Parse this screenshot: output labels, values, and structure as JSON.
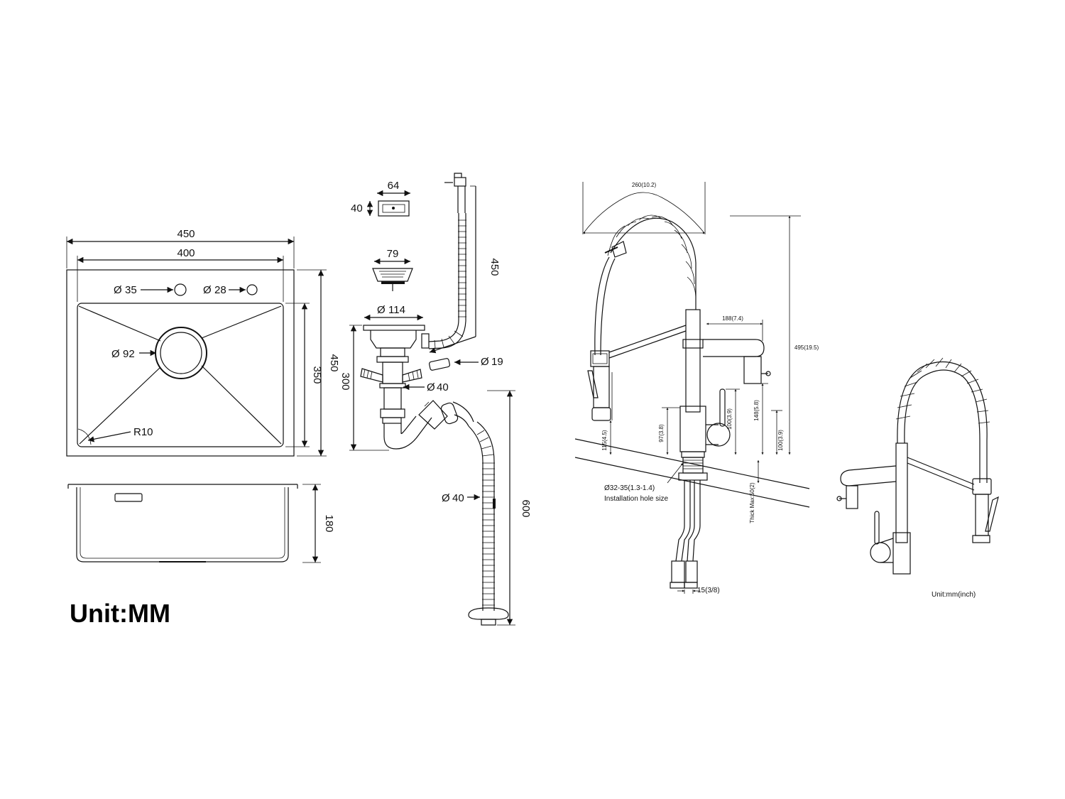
{
  "sink": {
    "outer_width": "450",
    "inner_width": "400",
    "outer_height": "450",
    "inner_height": "350",
    "hole_1": "35",
    "hole_2": "28",
    "drain": "92",
    "corner_radius": "R10",
    "depth": "180"
  },
  "drain": {
    "overflow_width": "64",
    "overflow_height": "40",
    "strainer": "79",
    "basket": "114",
    "overflow_hose": "450",
    "height": "300",
    "pipe": "40",
    "overflow_pipe": "19",
    "hose_diameter": "40",
    "hose_length": "600"
  },
  "faucet": {
    "span_width": "260(10.2)",
    "spout_reach": "188(7.4)",
    "total_height": "495(19.5)",
    "spout_height": "148(5.8)",
    "handle_height": "100(3.9)",
    "base_height": "100(3.9)",
    "lever_height": "97(3.8)",
    "spray_height": "115(4.5)",
    "hole_size": "Ø32-35(1.3-1.4)",
    "hole_size_label": "Installation hole size",
    "thickness": "Thick Max:50(2)",
    "connector": "15(3/8)"
  },
  "units": {
    "main": "Unit:MM",
    "faucet": "Unit:mm(inch)"
  },
  "phi": "Ø"
}
